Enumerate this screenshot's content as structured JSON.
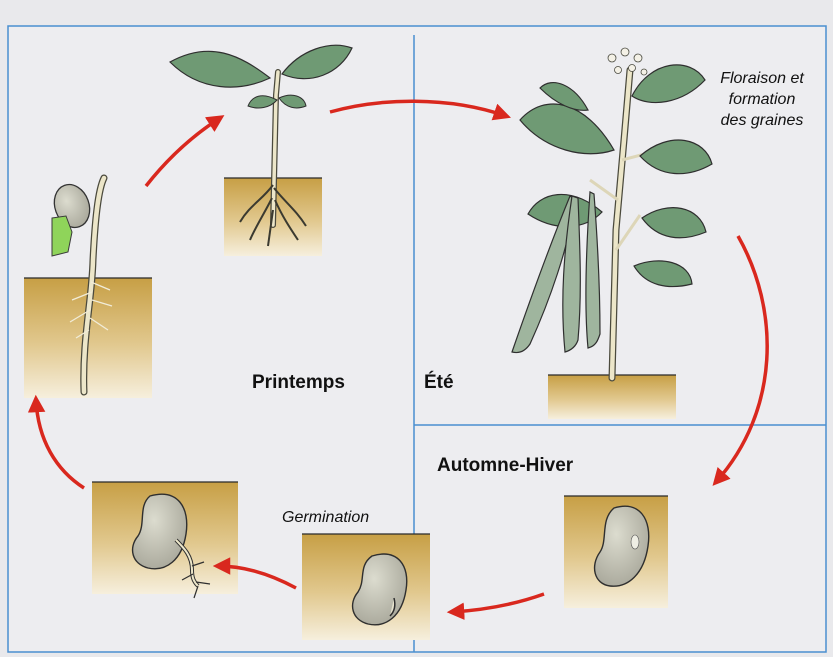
{
  "seasons": {
    "spring": "Printemps",
    "summer": "Été",
    "autumn_winter": "Automne-Hiver"
  },
  "stages": {
    "germination": "Germination",
    "flowering_line1": "Floraison et",
    "flowering_line2": "formation",
    "flowering_line3": "des graines"
  },
  "colors": {
    "background": "#e9e9ec",
    "frame": "#4a8fd0",
    "arrow": "#d9281e",
    "soil_top": "#c9a24a",
    "soil_bottom": "#f3ead3",
    "leaf": "#6f9a74",
    "stem": "#e9e4cc",
    "seed": "#c4c3b6"
  },
  "icons": [
    "bean-seed-icon",
    "sprout-icon",
    "seedling-icon",
    "bean-plant-icon",
    "cycle-arrow-icon"
  ]
}
